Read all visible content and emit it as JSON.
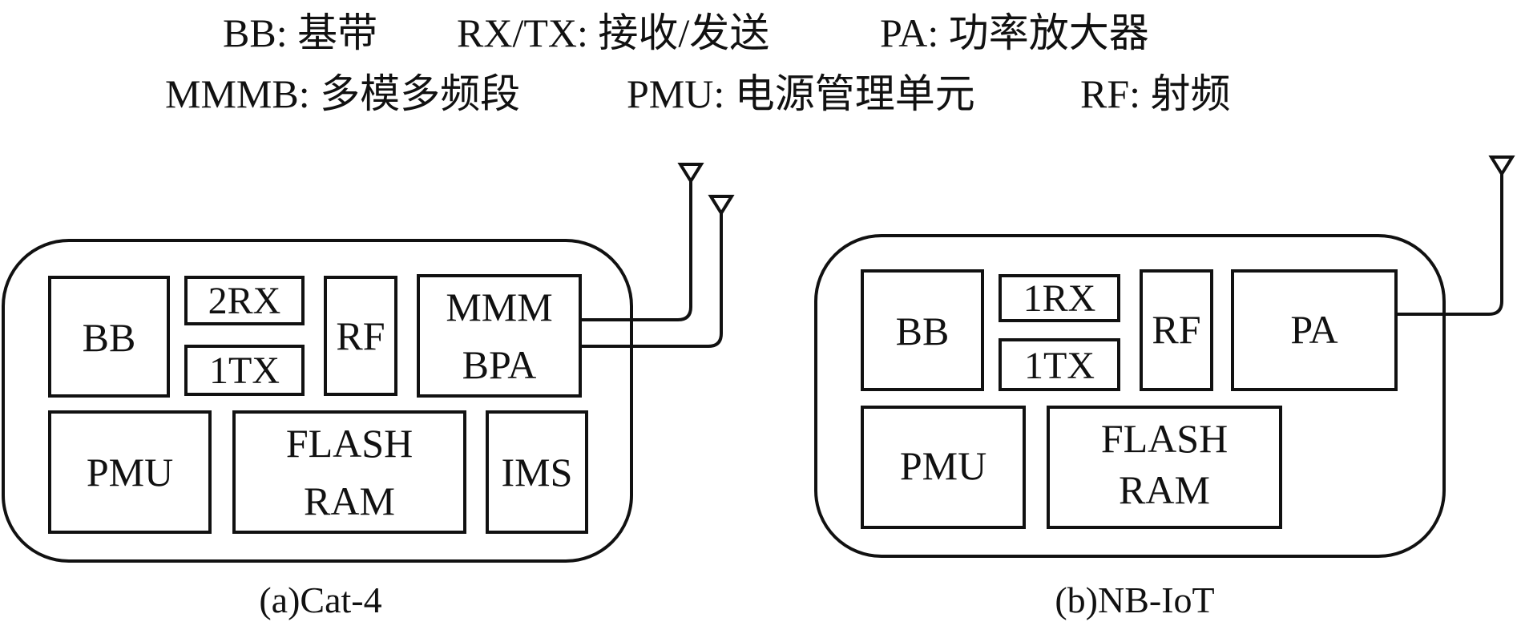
{
  "legend": {
    "line1": [
      "BB: 基带",
      "RX/TX: 接收/发送",
      "PA: 功率放大器"
    ],
    "line2": [
      "MMMB: 多模多频段",
      "PMU: 电源管理单元",
      "RF: 射频"
    ]
  },
  "cat4": {
    "caption": "(a)Cat-4",
    "bb": "BB",
    "rx": "2RX",
    "tx": "1TX",
    "rf": "RF",
    "pa_line1": "MMM",
    "pa_line2": "BPA",
    "pmu": "PMU",
    "flash": "FLASH",
    "ram": "RAM",
    "ims": "IMS"
  },
  "nbiot": {
    "caption": "(b)NB-IoT",
    "bb": "BB",
    "rx": "1RX",
    "tx": "1TX",
    "rf": "RF",
    "pa": "PA",
    "pmu": "PMU",
    "flash": "FLASH",
    "ram": "RAM"
  }
}
